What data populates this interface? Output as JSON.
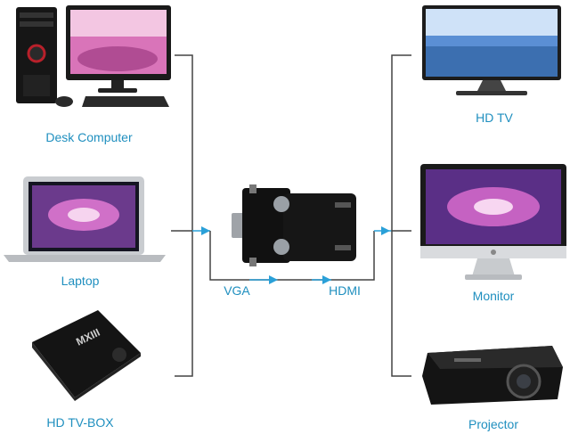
{
  "sources": [
    {
      "label": "Desk Computer",
      "icon": "desktop-computer-icon"
    },
    {
      "label": "Laptop",
      "icon": "laptop-icon"
    },
    {
      "label": "HD TV-BOX",
      "icon": "tv-box-icon"
    }
  ],
  "outputs": [
    {
      "label": "HD TV",
      "icon": "hd-tv-icon"
    },
    {
      "label": "Monitor",
      "icon": "monitor-icon"
    },
    {
      "label": "Projector",
      "icon": "projector-icon"
    }
  ],
  "adapter": {
    "icon": "vga-to-hdmi-adapter-icon"
  },
  "signals": {
    "input": "VGA",
    "output": "HDMI"
  },
  "colors": {
    "accent": "#1f8fbf",
    "line": "#444444",
    "arrow": "#2aa0d8"
  }
}
